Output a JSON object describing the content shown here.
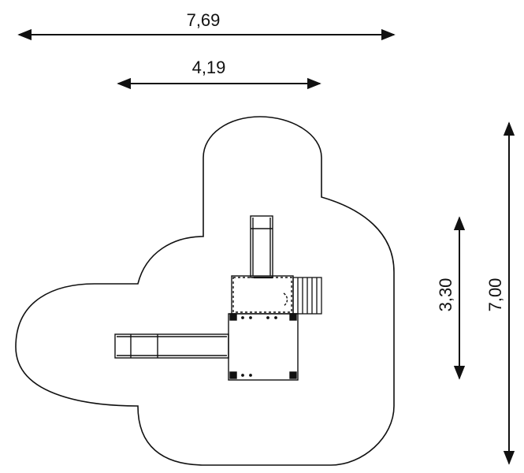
{
  "dimensions": {
    "overall_width": "7,69",
    "structure_width": "4,19",
    "structure_depth": "3,30",
    "overall_depth": "7,00"
  },
  "colors": {
    "stroke": "#111111",
    "background": "#ffffff"
  }
}
